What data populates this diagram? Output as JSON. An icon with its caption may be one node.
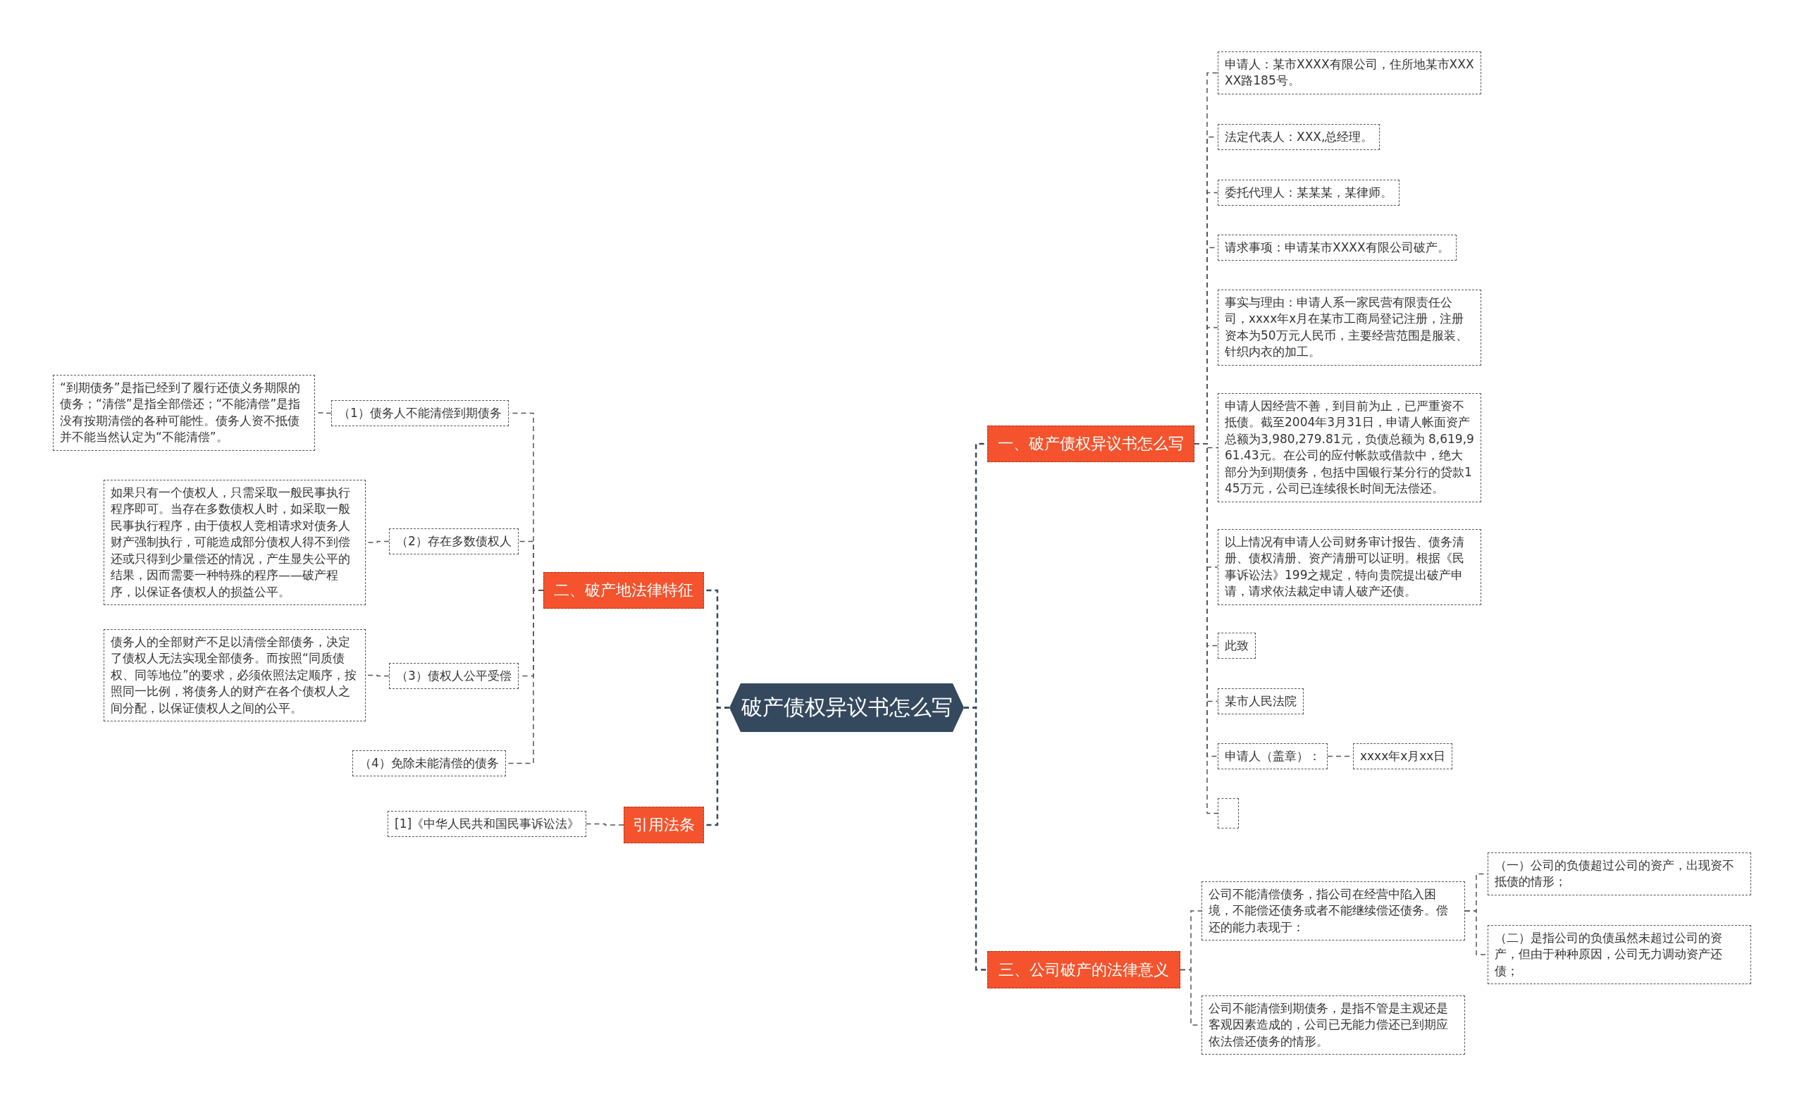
{
  "diagram": {
    "nodes": [
      {
        "text": [
          "破产债权异议书怎么写"
        ]
      },
      {
        "text": [
          "一、破产债权异议书怎么写"
        ]
      },
      {
        "text": [
          "申请人：某市XXXX有限公司，住所地某市XXXXX路185号。"
        ]
      },
      {
        "text": [
          "法定代表人：XXX,总经理。"
        ]
      },
      {
        "text": [
          "委托代理人：某某某，某律师。"
        ]
      },
      {
        "text": [
          "请求事项：申请某市XXXX有限公司破产。"
        ]
      },
      {
        "text": [
          "事实与理由：申请人系一家民营有限责任公司，xxxx年x月在某市工商局登记注册，注册资本为50万元人民币，主要经营范围是服装、针织内衣的加工。"
        ]
      },
      {
        "text": [
          "申请人因经营不善，到目前为止，已严重资不抵债。截至2004年3月31日，申请人帐面资产总额为3,980,279.81元，负债总额为 8,619,961.43元。在公司的应付帐款或借款中，绝大部分为到期债务，包括中国银行某分行的贷款145万元，公司已连续很长时间无法偿还。"
        ]
      },
      {
        "text": [
          "以上情况有申请人公司财务审计报告、债务清册、债权清册、资产清册可以证明。根据《民事诉讼法》199之规定，特向贵院提出破产申请，请求依法裁定申请人破产还债。"
        ]
      },
      {
        "text": [
          "此致"
        ]
      },
      {
        "text": [
          "某市人民法院"
        ]
      },
      {
        "text": [
          "申请人（盖章）："
        ]
      },
      {
        "text": [
          "xxxx年x月xx日"
        ]
      },
      {
        "text": [],
        "shape": "box"
      },
      {
        "text": [
          "二、破产地法律特征"
        ]
      },
      {
        "text": [
          "（1）债务人不能清偿到期债务"
        ]
      },
      {
        "text": [
          "“到期债务”是指已经到了履行还债义务期限的债务；“清偿”是指全部偿还；“不能清偿”是指没有按期清偿的各种可能性。债务人资不抵债并不能当然认定为“不能清偿”。"
        ]
      },
      {
        "text": [
          "（2）存在多数债权人"
        ]
      },
      {
        "text": [
          "如果只有一个债权人，只需采取一般民事执行程序即可。当存在多数债权人时，如采取一般民事执行程序，由于债权人竞相请求对债务人财产强制执行，可能造成部分债权人得不到偿还或只得到少量偿还的情况，产生显失公平的结果，因而需要一种特殊的程序——破产程序，以保证各债权人的损益公平。"
        ]
      },
      {
        "text": [
          "（3）债权人公平受偿"
        ]
      },
      {
        "text": [
          "债务人的全部财产不足以清偿全部债务，决定了债权人无法实现全部债务。而按照“同质债权、同等地位”的要求，必须依照法定顺序，按照同一比例，将债务人的财产在各个债权人之间分配，以保证债权人之间的公平。"
        ]
      },
      {
        "text": [
          "（4）免除未能清偿的债务"
        ]
      },
      {
        "text": [
          "引用法条"
        ]
      },
      {
        "text": [
          "[1]《中华人民共和国民事诉讼法》"
        ]
      },
      {
        "text": [
          "三、公司破产的法律意义"
        ]
      },
      {
        "text": [
          "公司不能清偿债务，指公司在经营中陷入困境，不能偿还债务或者不能继续偿还债务。偿还的能力表现于："
        ]
      },
      {
        "text": [
          "（一）公司的负债超过公司的资产，出现资不抵债的情形；"
        ]
      },
      {
        "text": [
          "（二）是指公司的负债虽然未超过公司的资产，但由于种种原因，公司无力调动资产还债；"
        ]
      },
      {
        "text": [
          "公司不能清偿到期债务，是指不管是主观还是客观因素造成的，公司已无能力偿还已到期应依法偿还债务的情形。"
        ]
      }
    ],
    "edges": [
      {
        "from": 0,
        "to": 1,
        "arrow": "none"
      },
      {
        "from": 1,
        "to": 2,
        "arrow": "none"
      },
      {
        "from": 1,
        "to": 3,
        "arrow": "none"
      },
      {
        "from": 1,
        "to": 4,
        "arrow": "none"
      },
      {
        "from": 1,
        "to": 5,
        "arrow": "none"
      },
      {
        "from": 1,
        "to": 6,
        "arrow": "none"
      },
      {
        "from": 1,
        "to": 7,
        "arrow": "none"
      },
      {
        "from": 1,
        "to": 8,
        "arrow": "none"
      },
      {
        "from": 1,
        "to": 9,
        "arrow": "none"
      },
      {
        "from": 1,
        "to": 10,
        "arrow": "none"
      },
      {
        "from": 1,
        "to": 11,
        "arrow": "none"
      },
      {
        "from": 11,
        "to": 12,
        "arrow": "none"
      },
      {
        "from": 1,
        "to": 13,
        "arrow": "none"
      },
      {
        "from": 0,
        "to": 14,
        "arrow": "none"
      },
      {
        "from": 14,
        "to": 15,
        "arrow": "none"
      },
      {
        "from": 15,
        "to": 16,
        "arrow": "none"
      },
      {
        "from": 14,
        "to": 17,
        "arrow": "none"
      },
      {
        "from": 17,
        "to": 18,
        "arrow": "none"
      },
      {
        "from": 14,
        "to": 19,
        "arrow": "none"
      },
      {
        "from": 19,
        "to": 20,
        "arrow": "none"
      },
      {
        "from": 14,
        "to": 21,
        "arrow": "none"
      },
      {
        "from": 0,
        "to": 22,
        "arrow": "none"
      },
      {
        "from": 22,
        "to": 23,
        "arrow": "none"
      },
      {
        "from": 0,
        "to": 24,
        "arrow": "none"
      },
      {
        "from": 24,
        "to": 25,
        "arrow": "none"
      },
      {
        "from": 25,
        "to": 26,
        "arrow": "none"
      },
      {
        "from": 25,
        "to": 27,
        "arrow": "none"
      },
      {
        "from": 24,
        "to": 28,
        "arrow": "none"
      }
    ]
  }
}
